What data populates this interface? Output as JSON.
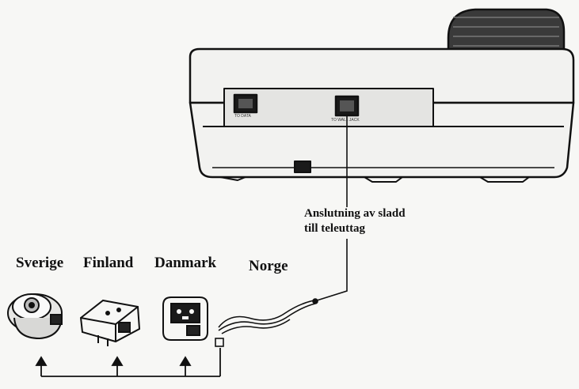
{
  "callout": {
    "line1": "Anslutning av sladd",
    "line2": "till teleuttag"
  },
  "countries": [
    {
      "name": "Sverige"
    },
    {
      "name": "Finland"
    },
    {
      "name": "Danmark"
    },
    {
      "name": "Norge"
    }
  ],
  "phone_ports": {
    "left": "TO DATA",
    "right": "TO WALL JACK"
  },
  "colors": {
    "ink": "#111111",
    "paper": "#f7f7f5",
    "shade": "#cfcfcf"
  }
}
